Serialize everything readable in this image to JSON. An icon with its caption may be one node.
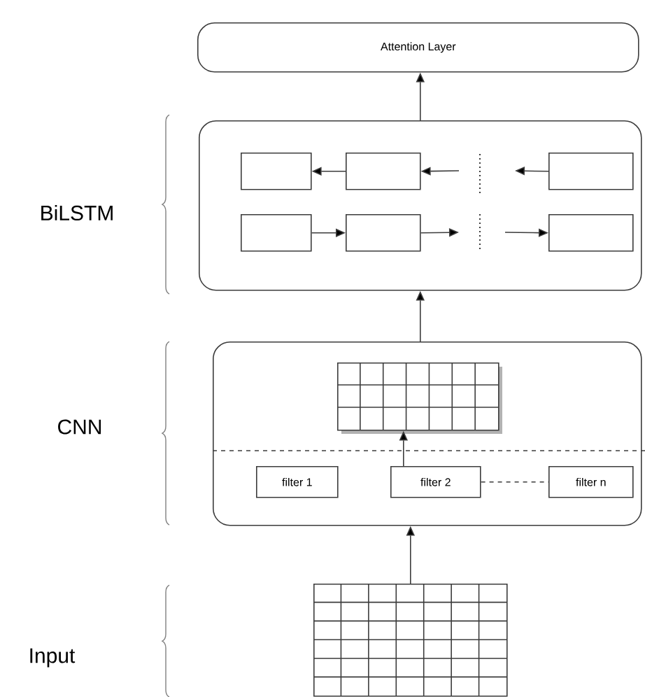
{
  "diagram": {
    "nodes": [
      {
        "text": [
          "Attention Layer"
        ]
      },
      {
        "text": [],
        "shape": "box"
      },
      {
        "text": [],
        "shape": "box",
        "in": 1
      },
      {
        "text": [],
        "shape": "box",
        "in": 1
      },
      {
        "text": [],
        "shape": "box",
        "in": 1
      },
      {
        "text": [],
        "shape": "box",
        "in": 1
      },
      {
        "text": [],
        "shape": "box",
        "in": 1
      },
      {
        "text": [],
        "shape": "box",
        "in": 1
      },
      {
        "text": [],
        "shape": "box"
      },
      {
        "text": [],
        "shape": "grid",
        "in": 8
      },
      {
        "text": [
          "filter 1"
        ],
        "in": 8
      },
      {
        "text": [
          "filter 2"
        ],
        "in": 8
      },
      {
        "text": [
          "filter n"
        ],
        "in": 8
      },
      {
        "text": [],
        "shape": "grid"
      }
    ],
    "edges": [
      {
        "from": 1,
        "to": 0,
        "arrow": "to"
      },
      {
        "from": 3,
        "to": 2,
        "arrow": "to"
      },
      {
        "from": null,
        "to": 3,
        "arrow": "to"
      },
      {
        "from": 4,
        "to": null,
        "arrow": "to"
      },
      {
        "from": 5,
        "to": 6,
        "arrow": "to"
      },
      {
        "from": 6,
        "to": null,
        "arrow": "to"
      },
      {
        "from": null,
        "to": 7,
        "arrow": "to"
      },
      {
        "from": 8,
        "to": 1,
        "arrow": "to"
      },
      {
        "from": 11,
        "to": 9,
        "arrow": "to"
      },
      {
        "from": 11,
        "to": 12,
        "arrow": "none",
        "style": "dashed"
      },
      {
        "from": 13,
        "to": 8,
        "arrow": "to"
      }
    ],
    "labels": [
      "BiLSTM",
      "CNN",
      "Input"
    ]
  }
}
